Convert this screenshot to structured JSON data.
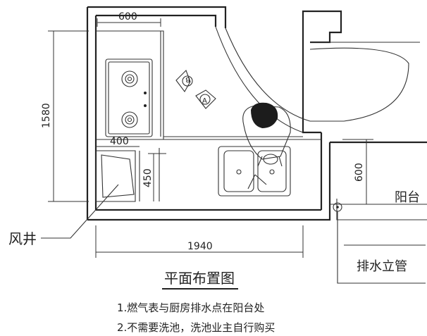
{
  "dimensions": {
    "counter_width": "600",
    "kitchen_height": "1580",
    "shaft_width": "400",
    "shaft_depth": "450",
    "kitchen_length": "1940",
    "sink_to_balcony": "600"
  },
  "labels": {
    "balcony": "阳台",
    "air_shaft": "风井",
    "drain_riser": "排水立管",
    "title": "平面布置图",
    "marker_b": "B",
    "marker_a": "A"
  },
  "notes": [
    "1.燃气表与厨房排水点在阳台处",
    "2.不需要洗池，洗池业主自行购买"
  ],
  "colors": {
    "line": "#222222",
    "background": "#ffffff"
  }
}
